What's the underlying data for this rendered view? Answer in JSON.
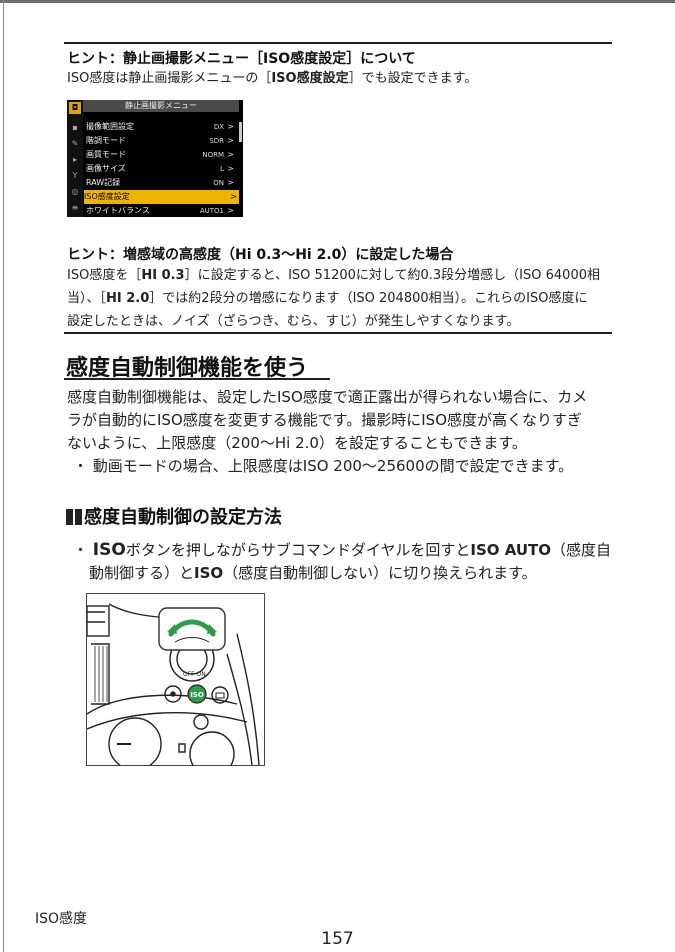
{
  "hint1": {
    "title": "ヒント：静止画撮影メニュー［ISO感度設定］について",
    "body_pre": "ISO感度は静止画撮影メニューの［",
    "body_bold": "ISO感度設定",
    "body_post": "］でも設定できます。"
  },
  "menu": {
    "header": "静止画撮影メニュー",
    "rows": [
      {
        "label": "撮像範囲設定",
        "value": "DX"
      },
      {
        "label": "階調モード",
        "value": "SDR"
      },
      {
        "label": "画質モード",
        "value": "NORM"
      },
      {
        "label": "画像サイズ",
        "value": "L"
      },
      {
        "label": "RAW記録",
        "value": "ON"
      },
      {
        "label": "ISO感度設定",
        "value": ""
      },
      {
        "label": "ホワイトバランス",
        "value": "AUTO1"
      }
    ]
  },
  "hint2": {
    "title": "ヒント：増感域の高感度（Hi 0.3〜Hi 2.0）に設定した場合",
    "l1_a": "ISO感度を［",
    "l1_b": "HI 0.3",
    "l1_c": "］に設定すると、ISO 51200に対して約0.3段分増感し（ISO 64000相",
    "l2_a": "当）、［",
    "l2_b": "HI 2.0",
    "l2_c": "］では約2段分の増感になります（ISO 204800相当）。これらのISO感度に",
    "l3": "設定したときは、ノイズ（ざらつき、むら、すじ）が発生しやすくなります。"
  },
  "section": {
    "title": "感度自動制御機能を使う",
    "p1": "感度自動制御機能は、設定したISO感度で適正露出が得られない場合に、カメ",
    "p2": "ラが自動的にISO感度を変更する機能です。撮影時にISO感度が高くなりすぎ",
    "p3": "ないように、上限感度（200〜Hi 2.0）を設定することもできます。",
    "bullet1": "・ 動画モードの場合、上限感度はISO 200〜25600の間で設定できます。"
  },
  "subsection": {
    "title": "感度自動制御の設定方法",
    "b_a": "・ ",
    "b_iso": "ISO",
    "b_b": "ボタンを押しながらサブコマンドダイヤルを回すと",
    "b_isoauto": "ISO AUTO",
    "b_c": "（感度自",
    "b2_a": "動制御する）と",
    "b2_iso": "ISO",
    "b2_b": "（感度自動制御しない）に切り換えられます。"
  },
  "footer": {
    "label": "ISO感度",
    "page": "157"
  }
}
